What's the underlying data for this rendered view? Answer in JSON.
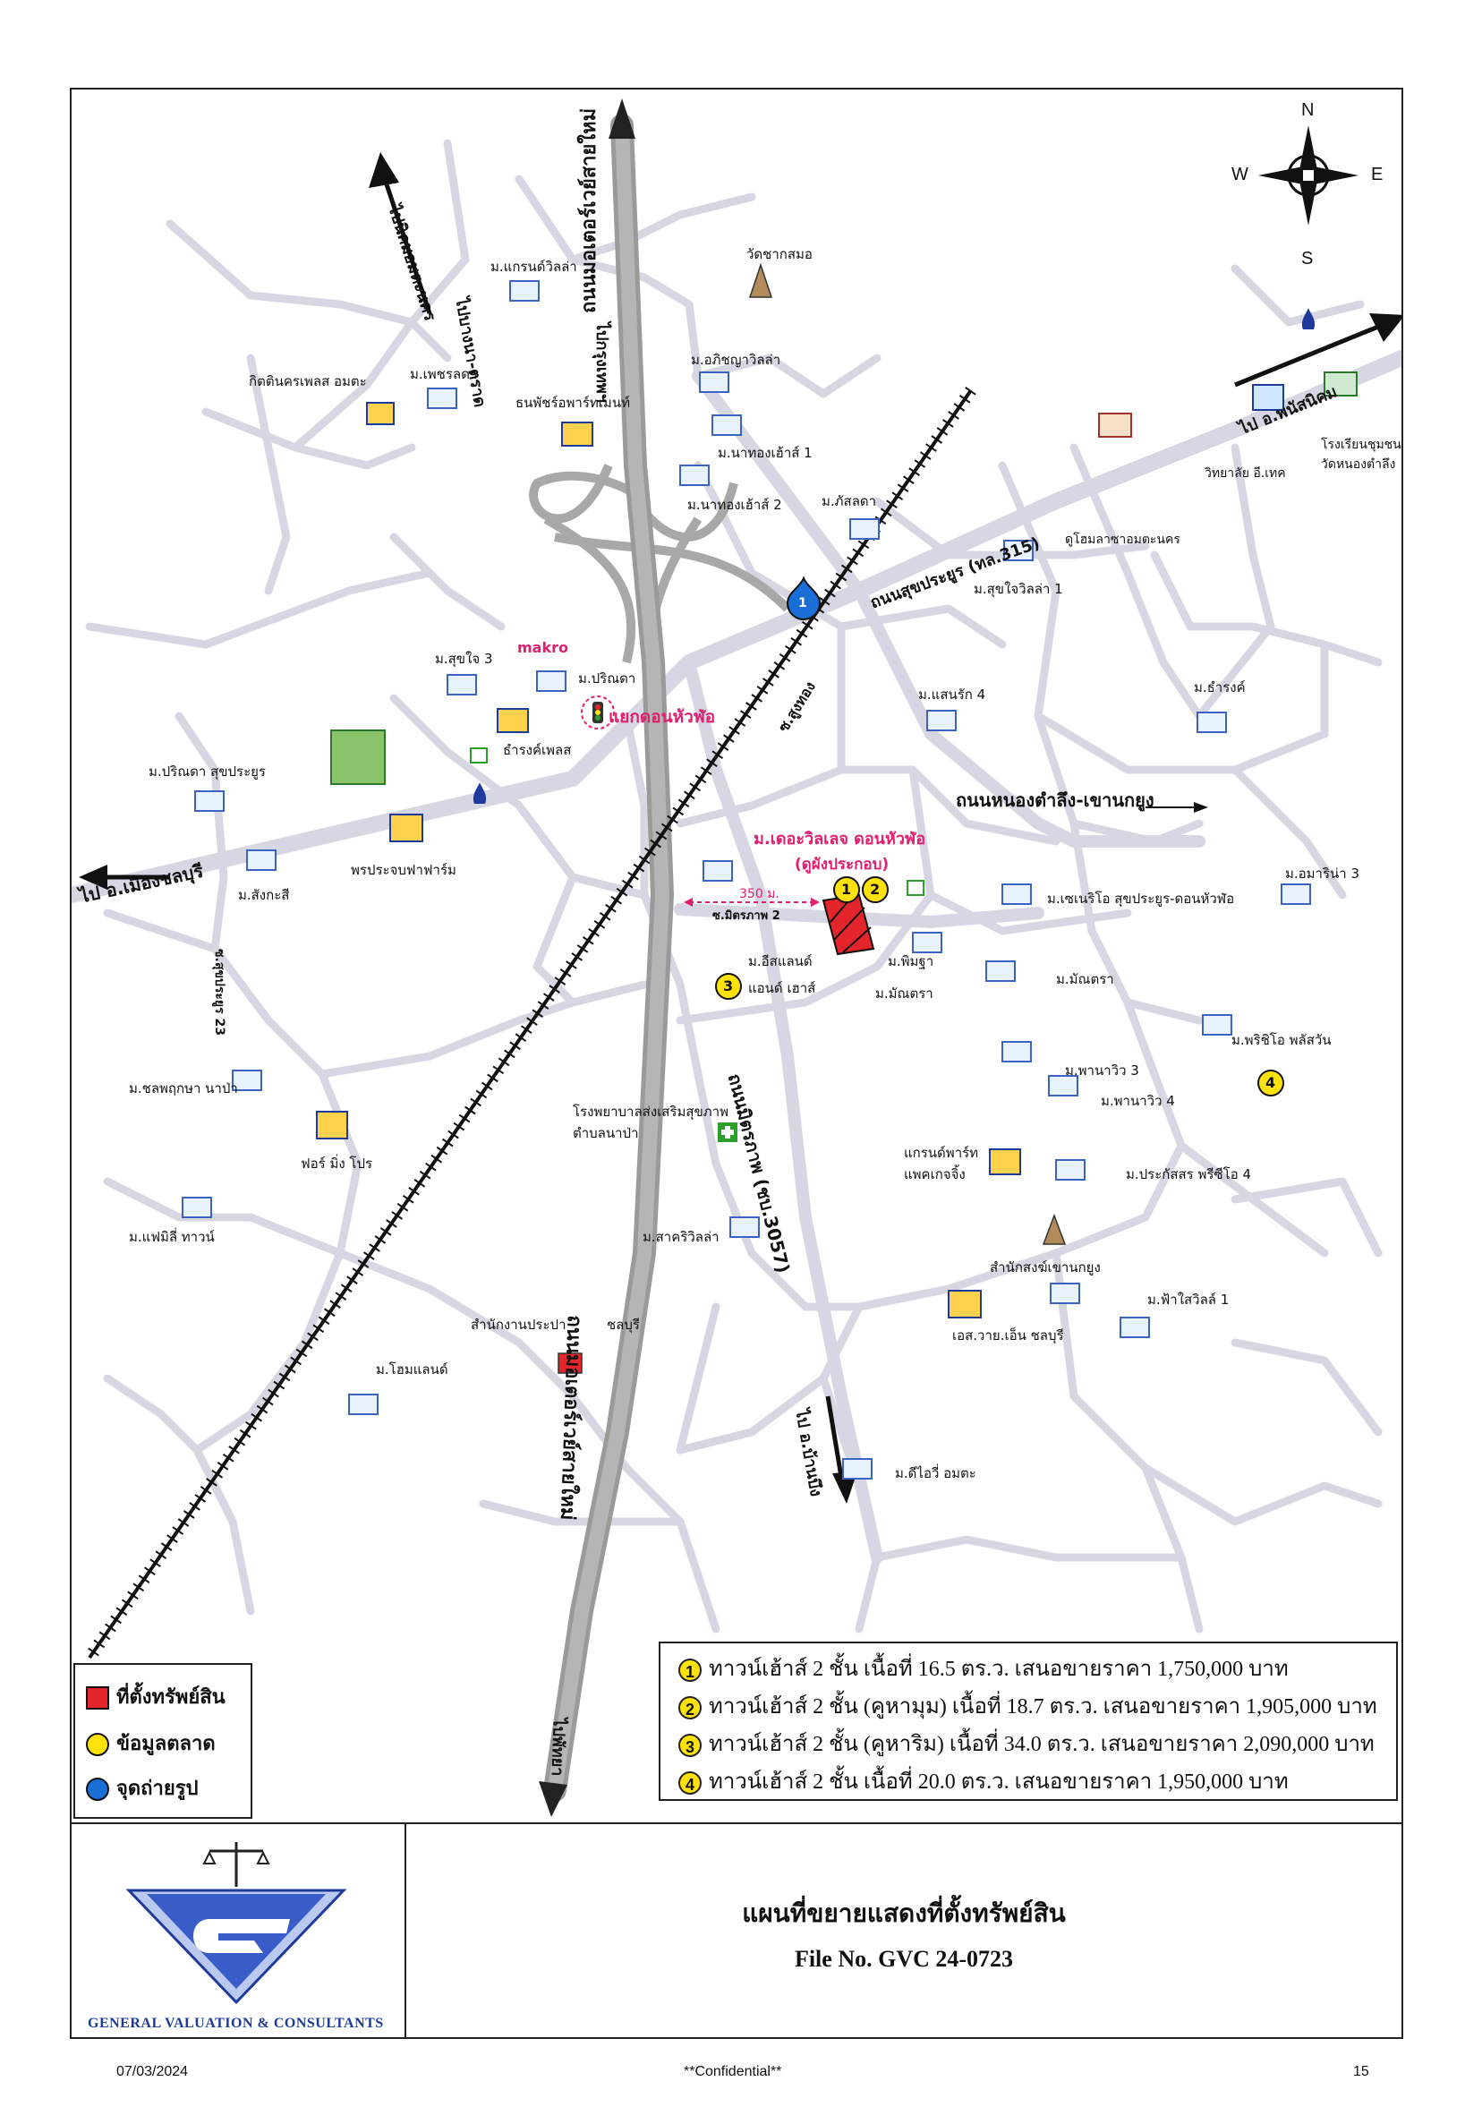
{
  "map": {
    "compass": {
      "n": "N",
      "s": "S",
      "e": "E",
      "w": "W"
    },
    "roads": {
      "expressway": "ถนนมอเตอร์เวย์สายใหม่",
      "expressway_top": "ไปกรุงเทพฯ",
      "expressway_bottom": "ไปพัทยา",
      "to_bangna": "ไปบางนา-ตราด",
      "to_amata": "ไปนิคมอมตะนคร",
      "sukprayoon": "ถนนสุขประยูร (ทล.315)",
      "to_phanat": "ไป อ.พนัสนิคม",
      "nongtamlueng": "ถนนหนองตำลึง-เขานกยูง",
      "to_chonburi": "ไป อ.เมืองชลบุรี",
      "mittraphap": "ถนนมิตรภาพ (ชบ.3057)",
      "to_banbueng": "ไป อ.บ้านบึง",
      "soi_soongthong": "ซ.สูงทอง",
      "soi_sukprayoon23": "ซ.สุขประยูร 23",
      "soi_mittraphap2": "ซ.มิตรภาพ 2",
      "distance": "350 ม."
    },
    "junction": "แยกดอนหัวฬ่อ",
    "makro": "makro",
    "subject": {
      "name": "ม.เดอะวิลเลจ ดอนหัวฬ่อ",
      "note": "(ดูผังประกอบ)"
    },
    "photo_point": "1",
    "markers": [
      "1",
      "2",
      "3",
      "4"
    ],
    "places": [
      "ม.แกรนด์วิลล่า",
      "วัดชากสมอ",
      "ม.อภิชญาวิลล่า",
      "กิตตินครเพลส อมตะ",
      "ม.เพชรลดา",
      "ธนพัชร์อพาร์ทเมนท์",
      "ม.นาทองเฮ้าส์ 1",
      "ม.นาทองเฮ้าส์ 2",
      "ม.ภัสลดา",
      "โรงเรียนชุมชน วัดหนองตำลึง",
      "วิทยาลัย อี.เทค",
      "ดูโฮมลาซาอมตะนคร",
      "ม.สุขใจวิลล่า 1",
      "ม.สุขใจ 3",
      "ม.ปริณดา",
      "ธำรงค์เพลส",
      "ม.แสนรัก 4",
      "ม.ธำรงค์",
      "ม.ปริณดา สุขประยูร",
      "พรประจบฟาฟาร์ม",
      "ม.สังกะสี",
      "ม.เซเนริโอ สุขประยูร-ดอนหัวฬ่อ",
      "ม.พิมฐา",
      "ม.มัณตรา",
      "ม.อีสแลนด์",
      "แอนด์ เฮาส์",
      "ม.มัณตรา",
      "ม.อมาริน่า 3",
      "ม.พริชิโอ พลัสวัน",
      "ม.ชลพฤกษา นาป่า",
      "ฟอร์ มิ่ง โปร",
      "ม.พานาวิว 3",
      "ม.พานาวิว 4",
      "โรงพยาบาลส่งเสริมสุขภาพ ตำบลนาป่า",
      "แกรนด์พาร์ท แพคเกจจิ้ง",
      "ม.ประกัสสร พรีซีโอ 4",
      "ม.แฟมิลี่ ทาวน์",
      "ม.สาคริวิลล่า",
      "สำนักสงฆ์เขานกยูง",
      "ม.ฟ้าใสวิลล์ 1",
      "สำนักงานประปา",
      "ชลบุรี",
      "เอส.วาย.เอ็น ชลบุรี",
      "ม.โฮมแลนด์",
      "ม.ดีไอวี่ อมตะ"
    ]
  },
  "legend": {
    "subject": "ที่ตั้งทรัพย์สิน",
    "market": "ข้อมูลตลาด",
    "photo": "จุดถ่ายรูป"
  },
  "comparables": [
    {
      "num": "1",
      "text": "ทาวน์เฮ้าส์ 2 ชั้น เนื้อที่ 16.5 ตร.ว. เสนอขายราคา 1,750,000 บาท"
    },
    {
      "num": "2",
      "text": "ทาวน์เฮ้าส์ 2 ชั้น (คูหามุม) เนื้อที่ 18.7 ตร.ว. เสนอขายราคา 1,905,000 บาท"
    },
    {
      "num": "3",
      "text": "ทาวน์เฮ้าส์ 2 ชั้น (คูหาริม) เนื้อที่ 34.0 ตร.ว. เสนอขายราคา 2,090,000 บาท"
    },
    {
      "num": "4",
      "text": "ทาวน์เฮ้าส์ 2 ชั้น เนื้อที่ 20.0 ตร.ว. เสนอขายราคา 1,950,000 บาท"
    }
  ],
  "footer": {
    "company": "GENERAL VALUATION & CONSULTANTS",
    "title": "แผนที่ขยายแสดงที่ตั้งทรัพย์สิน",
    "file_no": "File No.  GVC  24-0723"
  },
  "page": {
    "date": "07/03/2024",
    "confidential": "**Confidential**",
    "number": "15"
  },
  "colors": {
    "road": "#d8d8e4",
    "expressway": "#9a9a9a",
    "accent_pink": "#e0206e",
    "marker_yellow": "#ffe20a",
    "photo_blue": "#1a6fd6",
    "logo_blue": "#1f3a9a"
  }
}
